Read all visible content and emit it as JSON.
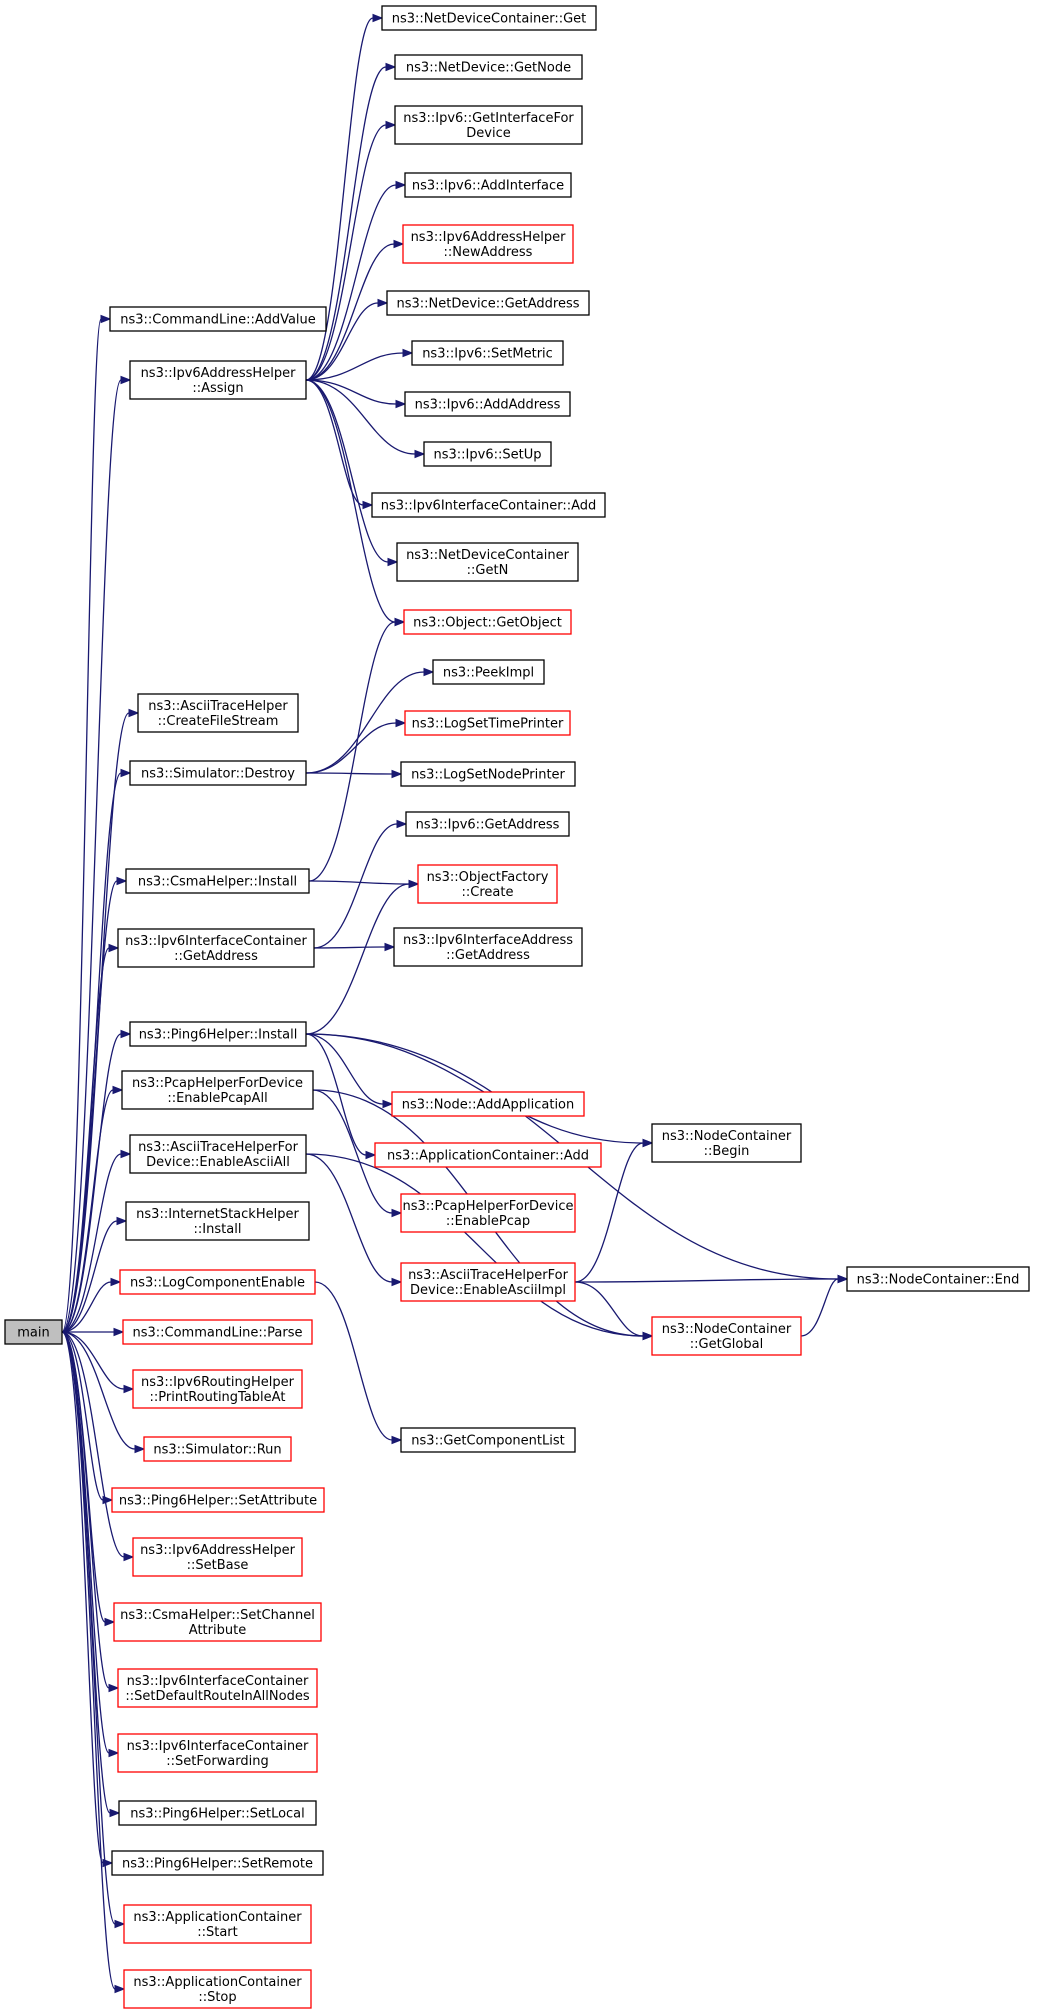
{
  "colors": {
    "edge": "#191970",
    "border_normal": "#000000",
    "border_link": "#ff0000",
    "fill_normal": "#ffffff",
    "fill_root": "#bfbfbf",
    "text": "#000000"
  },
  "nodes": [
    {
      "id": "main",
      "lines": [
        "main"
      ],
      "style": "root"
    },
    {
      "id": "cmdAddValue",
      "lines": [
        "ns3::CommandLine::AddValue"
      ],
      "style": "normal"
    },
    {
      "id": "v6Assign",
      "lines": [
        "ns3::Ipv6AddressHelper",
        "::Assign"
      ],
      "style": "normal"
    },
    {
      "id": "ndcGet",
      "lines": [
        "ns3::NetDeviceContainer::Get"
      ],
      "style": "normal"
    },
    {
      "id": "ndGetNode",
      "lines": [
        "ns3::NetDevice::GetNode"
      ],
      "style": "normal"
    },
    {
      "id": "v6GetIfForDev",
      "lines": [
        "ns3::Ipv6::GetInterfaceFor",
        "Device"
      ],
      "style": "normal"
    },
    {
      "id": "v6AddIf",
      "lines": [
        "ns3::Ipv6::AddInterface"
      ],
      "style": "normal"
    },
    {
      "id": "v6NewAddr",
      "lines": [
        "ns3::Ipv6AddressHelper",
        "::NewAddress"
      ],
      "style": "link"
    },
    {
      "id": "ndGetAddr",
      "lines": [
        "ns3::NetDevice::GetAddress"
      ],
      "style": "normal"
    },
    {
      "id": "v6SetMetric",
      "lines": [
        "ns3::Ipv6::SetMetric"
      ],
      "style": "normal"
    },
    {
      "id": "v6AddAddr",
      "lines": [
        "ns3::Ipv6::AddAddress"
      ],
      "style": "normal"
    },
    {
      "id": "v6SetUp",
      "lines": [
        "ns3::Ipv6::SetUp"
      ],
      "style": "normal"
    },
    {
      "id": "v6icAdd",
      "lines": [
        "ns3::Ipv6InterfaceContainer::Add"
      ],
      "style": "normal"
    },
    {
      "id": "ndcGetN",
      "lines": [
        "ns3::NetDeviceContainer",
        "::GetN"
      ],
      "style": "normal"
    },
    {
      "id": "objGetObj",
      "lines": [
        "ns3::Object::GetObject"
      ],
      "style": "link"
    },
    {
      "id": "peekImpl",
      "lines": [
        "ns3::PeekImpl"
      ],
      "style": "normal"
    },
    {
      "id": "logTimePrinter",
      "lines": [
        "ns3::LogSetTimePrinter"
      ],
      "style": "link"
    },
    {
      "id": "logNodePrinter",
      "lines": [
        "ns3::LogSetNodePrinter"
      ],
      "style": "normal"
    },
    {
      "id": "v6GetAddress",
      "lines": [
        "ns3::Ipv6::GetAddress"
      ],
      "style": "normal"
    },
    {
      "id": "objFactCreate",
      "lines": [
        "ns3::ObjectFactory",
        "::Create"
      ],
      "style": "link"
    },
    {
      "id": "v6ifAddrGetAddr",
      "lines": [
        "ns3::Ipv6InterfaceAddress",
        "::GetAddress"
      ],
      "style": "normal"
    },
    {
      "id": "nodeAddApp",
      "lines": [
        "ns3::Node::AddApplication"
      ],
      "style": "link"
    },
    {
      "id": "appcAdd",
      "lines": [
        "ns3::ApplicationContainer::Add"
      ],
      "style": "link"
    },
    {
      "id": "pcapEnablePcap",
      "lines": [
        "ns3::PcapHelperForDevice",
        "::EnablePcap"
      ],
      "style": "link"
    },
    {
      "id": "asciiEnableImpl",
      "lines": [
        "ns3::AsciiTraceHelperFor",
        "Device::EnableAsciiImpl"
      ],
      "style": "link"
    },
    {
      "id": "ncBegin",
      "lines": [
        "ns3::NodeContainer",
        "::Begin"
      ],
      "style": "normal"
    },
    {
      "id": "ncGetGlobal",
      "lines": [
        "ns3::NodeContainer",
        "::GetGlobal"
      ],
      "style": "link"
    },
    {
      "id": "ncEnd",
      "lines": [
        "ns3::NodeContainer::End"
      ],
      "style": "normal"
    },
    {
      "id": "getCompList",
      "lines": [
        "ns3::GetComponentList"
      ],
      "style": "normal"
    },
    {
      "id": "asciiCreateFile",
      "lines": [
        "ns3::AsciiTraceHelper",
        "::CreateFileStream"
      ],
      "style": "normal"
    },
    {
      "id": "simDestroy",
      "lines": [
        "ns3::Simulator::Destroy"
      ],
      "style": "normal"
    },
    {
      "id": "csmaInstall",
      "lines": [
        "ns3::CsmaHelper::Install"
      ],
      "style": "normal"
    },
    {
      "id": "v6icGetAddress",
      "lines": [
        "ns3::Ipv6InterfaceContainer",
        "::GetAddress"
      ],
      "style": "normal"
    },
    {
      "id": "ping6Install",
      "lines": [
        "ns3::Ping6Helper::Install"
      ],
      "style": "normal"
    },
    {
      "id": "pcapEnableAll",
      "lines": [
        "ns3::PcapHelperForDevice",
        "::EnablePcapAll"
      ],
      "style": "normal"
    },
    {
      "id": "asciiEnableAll",
      "lines": [
        "ns3::AsciiTraceHelperFor",
        "Device::EnableAsciiAll"
      ],
      "style": "normal"
    },
    {
      "id": "inetInstall",
      "lines": [
        "ns3::InternetStackHelper",
        "::Install"
      ],
      "style": "normal"
    },
    {
      "id": "logCompEnable",
      "lines": [
        "ns3::LogComponentEnable"
      ],
      "style": "link"
    },
    {
      "id": "cmdParse",
      "lines": [
        "ns3::CommandLine::Parse"
      ],
      "style": "link"
    },
    {
      "id": "v6rtPrint",
      "lines": [
        "ns3::Ipv6RoutingHelper",
        "::PrintRoutingTableAt"
      ],
      "style": "link"
    },
    {
      "id": "simRun",
      "lines": [
        "ns3::Simulator::Run"
      ],
      "style": "link"
    },
    {
      "id": "ping6SetAttr",
      "lines": [
        "ns3::Ping6Helper::SetAttribute"
      ],
      "style": "link"
    },
    {
      "id": "v6SetBase",
      "lines": [
        "ns3::Ipv6AddressHelper",
        "::SetBase"
      ],
      "style": "link"
    },
    {
      "id": "csmaSetChanAttr",
      "lines": [
        "ns3::CsmaHelper::SetChannel",
        "Attribute"
      ],
      "style": "link"
    },
    {
      "id": "v6icSetDefRoute",
      "lines": [
        "ns3::Ipv6InterfaceContainer",
        "::SetDefaultRouteInAllNodes"
      ],
      "style": "link"
    },
    {
      "id": "v6icSetFwd",
      "lines": [
        "ns3::Ipv6InterfaceContainer",
        "::SetForwarding"
      ],
      "style": "link"
    },
    {
      "id": "ping6SetLocal",
      "lines": [
        "ns3::Ping6Helper::SetLocal"
      ],
      "style": "normal"
    },
    {
      "id": "ping6SetRemote",
      "lines": [
        "ns3::Ping6Helper::SetRemote"
      ],
      "style": "normal"
    },
    {
      "id": "appcStart",
      "lines": [
        "ns3::ApplicationContainer",
        "::Start"
      ],
      "style": "link"
    },
    {
      "id": "appcStop",
      "lines": [
        "ns3::ApplicationContainer",
        "::Stop"
      ],
      "style": "link"
    }
  ],
  "edges": [
    [
      "main",
      "cmdAddValue"
    ],
    [
      "main",
      "v6Assign"
    ],
    [
      "main",
      "asciiCreateFile"
    ],
    [
      "main",
      "simDestroy"
    ],
    [
      "main",
      "csmaInstall"
    ],
    [
      "main",
      "v6icGetAddress"
    ],
    [
      "main",
      "ping6Install"
    ],
    [
      "main",
      "pcapEnableAll"
    ],
    [
      "main",
      "asciiEnableAll"
    ],
    [
      "main",
      "inetInstall"
    ],
    [
      "main",
      "logCompEnable"
    ],
    [
      "main",
      "cmdParse"
    ],
    [
      "main",
      "v6rtPrint"
    ],
    [
      "main",
      "simRun"
    ],
    [
      "main",
      "ping6SetAttr"
    ],
    [
      "main",
      "v6SetBase"
    ],
    [
      "main",
      "csmaSetChanAttr"
    ],
    [
      "main",
      "v6icSetDefRoute"
    ],
    [
      "main",
      "v6icSetFwd"
    ],
    [
      "main",
      "ping6SetLocal"
    ],
    [
      "main",
      "ping6SetRemote"
    ],
    [
      "main",
      "appcStart"
    ],
    [
      "main",
      "appcStop"
    ],
    [
      "v6Assign",
      "ndcGet"
    ],
    [
      "v6Assign",
      "ndGetNode"
    ],
    [
      "v6Assign",
      "v6GetIfForDev"
    ],
    [
      "v6Assign",
      "v6AddIf"
    ],
    [
      "v6Assign",
      "v6NewAddr"
    ],
    [
      "v6Assign",
      "ndGetAddr"
    ],
    [
      "v6Assign",
      "v6SetMetric"
    ],
    [
      "v6Assign",
      "v6AddAddr"
    ],
    [
      "v6Assign",
      "v6SetUp"
    ],
    [
      "v6Assign",
      "v6icAdd"
    ],
    [
      "v6Assign",
      "ndcGetN"
    ],
    [
      "v6Assign",
      "objGetObj"
    ],
    [
      "simDestroy",
      "peekImpl"
    ],
    [
      "simDestroy",
      "logTimePrinter"
    ],
    [
      "simDestroy",
      "logNodePrinter"
    ],
    [
      "csmaInstall",
      "objGetObj"
    ],
    [
      "csmaInstall",
      "objFactCreate"
    ],
    [
      "v6icGetAddress",
      "v6GetAddress"
    ],
    [
      "v6icGetAddress",
      "v6ifAddrGetAddr"
    ],
    [
      "ping6Install",
      "objFactCreate"
    ],
    [
      "ping6Install",
      "nodeAddApp"
    ],
    [
      "ping6Install",
      "appcAdd"
    ],
    [
      "ping6Install",
      "ncBegin"
    ],
    [
      "ping6Install",
      "ncEnd"
    ],
    [
      "pcapEnableAll",
      "pcapEnablePcap"
    ],
    [
      "pcapEnableAll",
      "ncGetGlobal"
    ],
    [
      "asciiEnableAll",
      "asciiEnableImpl"
    ],
    [
      "asciiEnableAll",
      "ncGetGlobal"
    ],
    [
      "asciiEnableImpl",
      "ncBegin"
    ],
    [
      "asciiEnableImpl",
      "ncEnd"
    ],
    [
      "asciiEnableImpl",
      "ncGetGlobal"
    ],
    [
      "ncGetGlobal",
      "ncEnd"
    ],
    [
      "logCompEnable",
      "getCompList"
    ]
  ]
}
